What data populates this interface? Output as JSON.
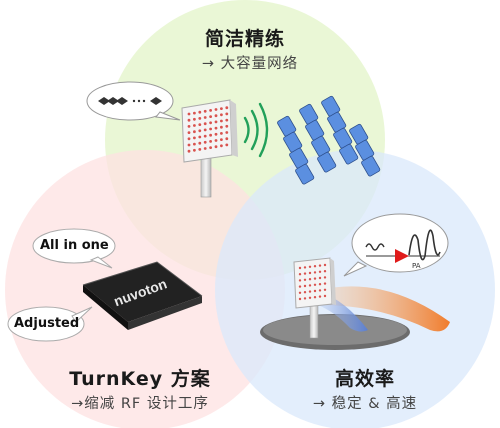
{
  "top": {
    "title": "简洁精练",
    "subtitle": "→ 大容量网络"
  },
  "left": {
    "title": "TurnKey 方案",
    "subtitle": "→缩减 RF 设计工序",
    "bubble_top": "All in one",
    "bubble_bottom": "Adjusted",
    "chip_brand": "nuvoton"
  },
  "right": {
    "title": "高效率",
    "subtitle": "→ 稳定 & 高速",
    "pa_label": "PA"
  },
  "colors": {
    "top_circle": "#e6f6cf",
    "left_circle": "#fde2e2",
    "right_circle": "#d9e8fb",
    "signal_wave": "#22a05a",
    "phone": "#5b8fe0",
    "beam_blue": "#6d8fd6",
    "beam_orange": "#f2883a"
  }
}
